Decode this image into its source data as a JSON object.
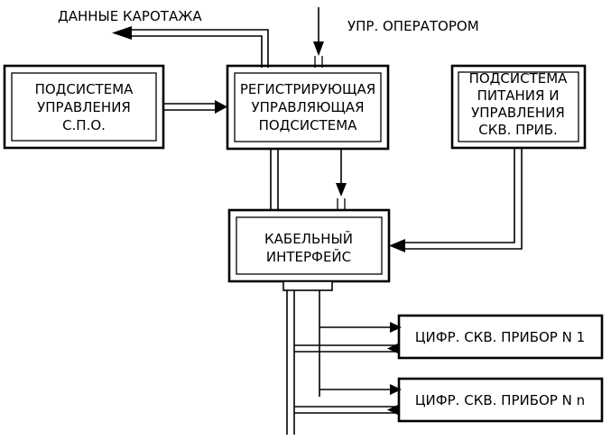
{
  "labels": {
    "logging_data": "ДАННЫЕ КАРОТАЖА",
    "operator_control": "УПР. ОПЕРАТОРОМ"
  },
  "blocks": {
    "spo": [
      "ПОДСИСТЕМА",
      "УПРАВЛЕНИЯ",
      "С.П.О."
    ],
    "recording": [
      "РЕГИСТРИРУЮЩАЯ",
      "УПРАВЛЯЮЩАЯ",
      "ПОДСИСТЕМА"
    ],
    "power": [
      "ПОДСИСТЕМА",
      "ПИТАНИЯ И",
      "УПРАВЛЕНИЯ",
      "СКВ. ПРИБ."
    ],
    "cable": [
      "КАБЕЛЬНЫЙ",
      "ИНТЕРФЕЙС"
    ],
    "device1": "ЦИФР. СКВ. ПРИБОР N 1",
    "deviceN": "ЦИФР. СКВ. ПРИБОР N n"
  }
}
